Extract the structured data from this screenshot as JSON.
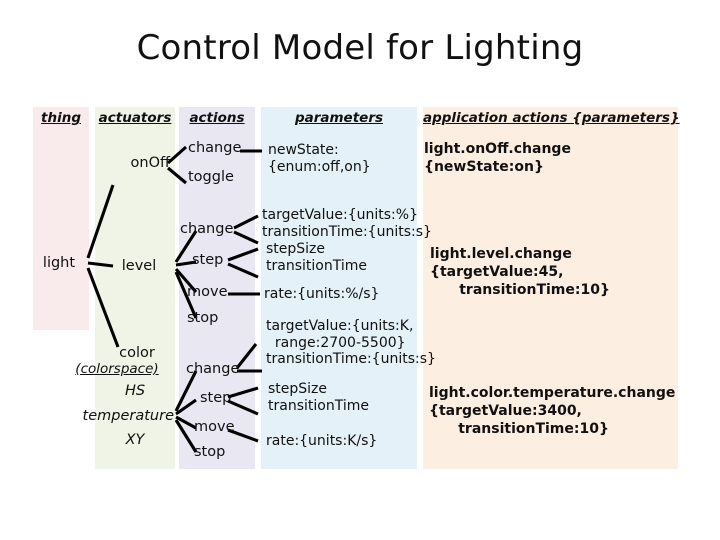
{
  "slide": {
    "title": "Control Model for Lighting",
    "background": "#ffffff"
  },
  "colors": {
    "thing_band": "#f9eaec",
    "actuators_band": "#f0f4e6",
    "actions_band": "#e9e7f1",
    "parameters_band": "#e4f1f8",
    "application_band": "#fdeee2",
    "text": "#111111",
    "connector": "#000000"
  },
  "columns": [
    {
      "key": "thing",
      "label": "thing"
    },
    {
      "key": "actuators",
      "label": "actuators"
    },
    {
      "key": "actions",
      "label": "actions"
    },
    {
      "key": "parameters",
      "label": "parameters"
    },
    {
      "key": "application",
      "label": "application actions {parameters}"
    }
  ],
  "thing": {
    "label": "light"
  },
  "actuators": [
    {
      "label": "onOff"
    },
    {
      "label": "level"
    },
    {
      "label": "color",
      "sub": "(colorspace)"
    },
    {
      "label": "HS"
    },
    {
      "label": "temperature"
    },
    {
      "label": "XY"
    }
  ],
  "actions": {
    "onOff": [
      "change",
      "toggle"
    ],
    "level": [
      "change",
      "step",
      "move",
      "stop"
    ],
    "color": [
      "change",
      "step",
      "move",
      "stop"
    ]
  },
  "parameters": {
    "onOff_change": "newState:\n{enum:off,on}",
    "level_change": "targetValue:{units:%}\ntransitionTime:{units:s}",
    "level_step": "stepSize\ntransitionTime",
    "level_move": "rate:{units:%/s}",
    "color_change": "targetValue:{units:K,\n  range:2700-5500}\ntransitionTime:{units:s}",
    "color_step": "stepSize\ntransitionTime",
    "color_move": "rate:{units:K/s}"
  },
  "application_actions": [
    {
      "name": "light.onOff.change",
      "params": "{newState:on}"
    },
    {
      "name": "light.level.change",
      "params": "{targetValue:45,\n      transitionTime:10}"
    },
    {
      "name": "light.color.temperature.change",
      "params": "{targetValue:3400,\n      transitionTime:10}"
    }
  ]
}
